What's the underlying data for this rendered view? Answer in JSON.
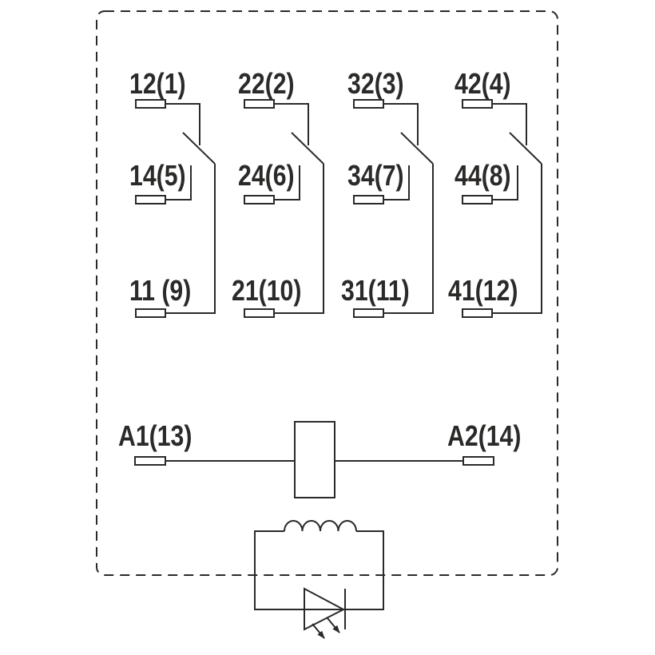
{
  "colors": {
    "stroke": "#2b2a29",
    "background": "#ffffff"
  },
  "contact_columns": [
    {
      "nc_label": "12(1)",
      "no_label": "14(5)",
      "com_label": "11 (9)"
    },
    {
      "nc_label": "22(2)",
      "no_label": "24(6)",
      "com_label": "21(10)"
    },
    {
      "nc_label": "32(3)",
      "no_label": "34(7)",
      "com_label": "31(11)"
    },
    {
      "nc_label": "42(4)",
      "no_label": "44(8)",
      "com_label": "41(12)"
    }
  ],
  "coil": {
    "left_label": "A1(13)",
    "right_label": "A2(14)"
  }
}
